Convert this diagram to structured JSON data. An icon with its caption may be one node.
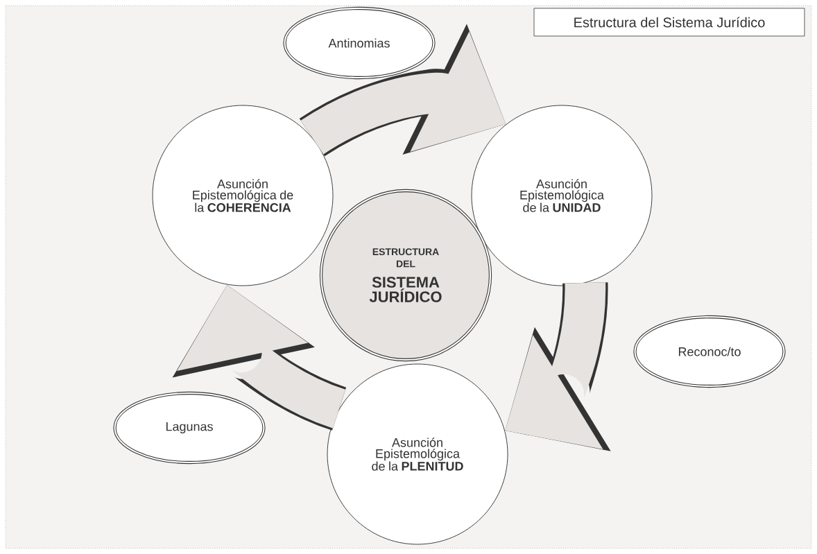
{
  "diagram": {
    "nodes": [
      {
        "text": [
          "Estructura del Sistema Jurídico"
        ]
      },
      {
        "text": [
          "Antinomias"
        ]
      },
      {
        "text": [
          "Asunción Epistemológica de la **COHERENCIA**"
        ]
      },
      {
        "text": [
          "Asunción Epistemológica de la **UNIDAD**"
        ]
      },
      {
        "text": [
          "ESTRUCTURA DEL",
          "SISTEMA JURÍDICO"
        ]
      },
      {
        "text": [
          "Reconoc/to"
        ]
      },
      {
        "text": [
          "Lagunas"
        ]
      },
      {
        "text": [
          "Asunción Epistemológica de la **PLENITUD**"
        ]
      }
    ],
    "edges": [
      {
        "from": 2,
        "to": 3,
        "arrow": "to"
      },
      {
        "from": 3,
        "to": 7,
        "arrow": "to"
      },
      {
        "from": 7,
        "to": 2,
        "arrow": "to"
      }
    ]
  }
}
